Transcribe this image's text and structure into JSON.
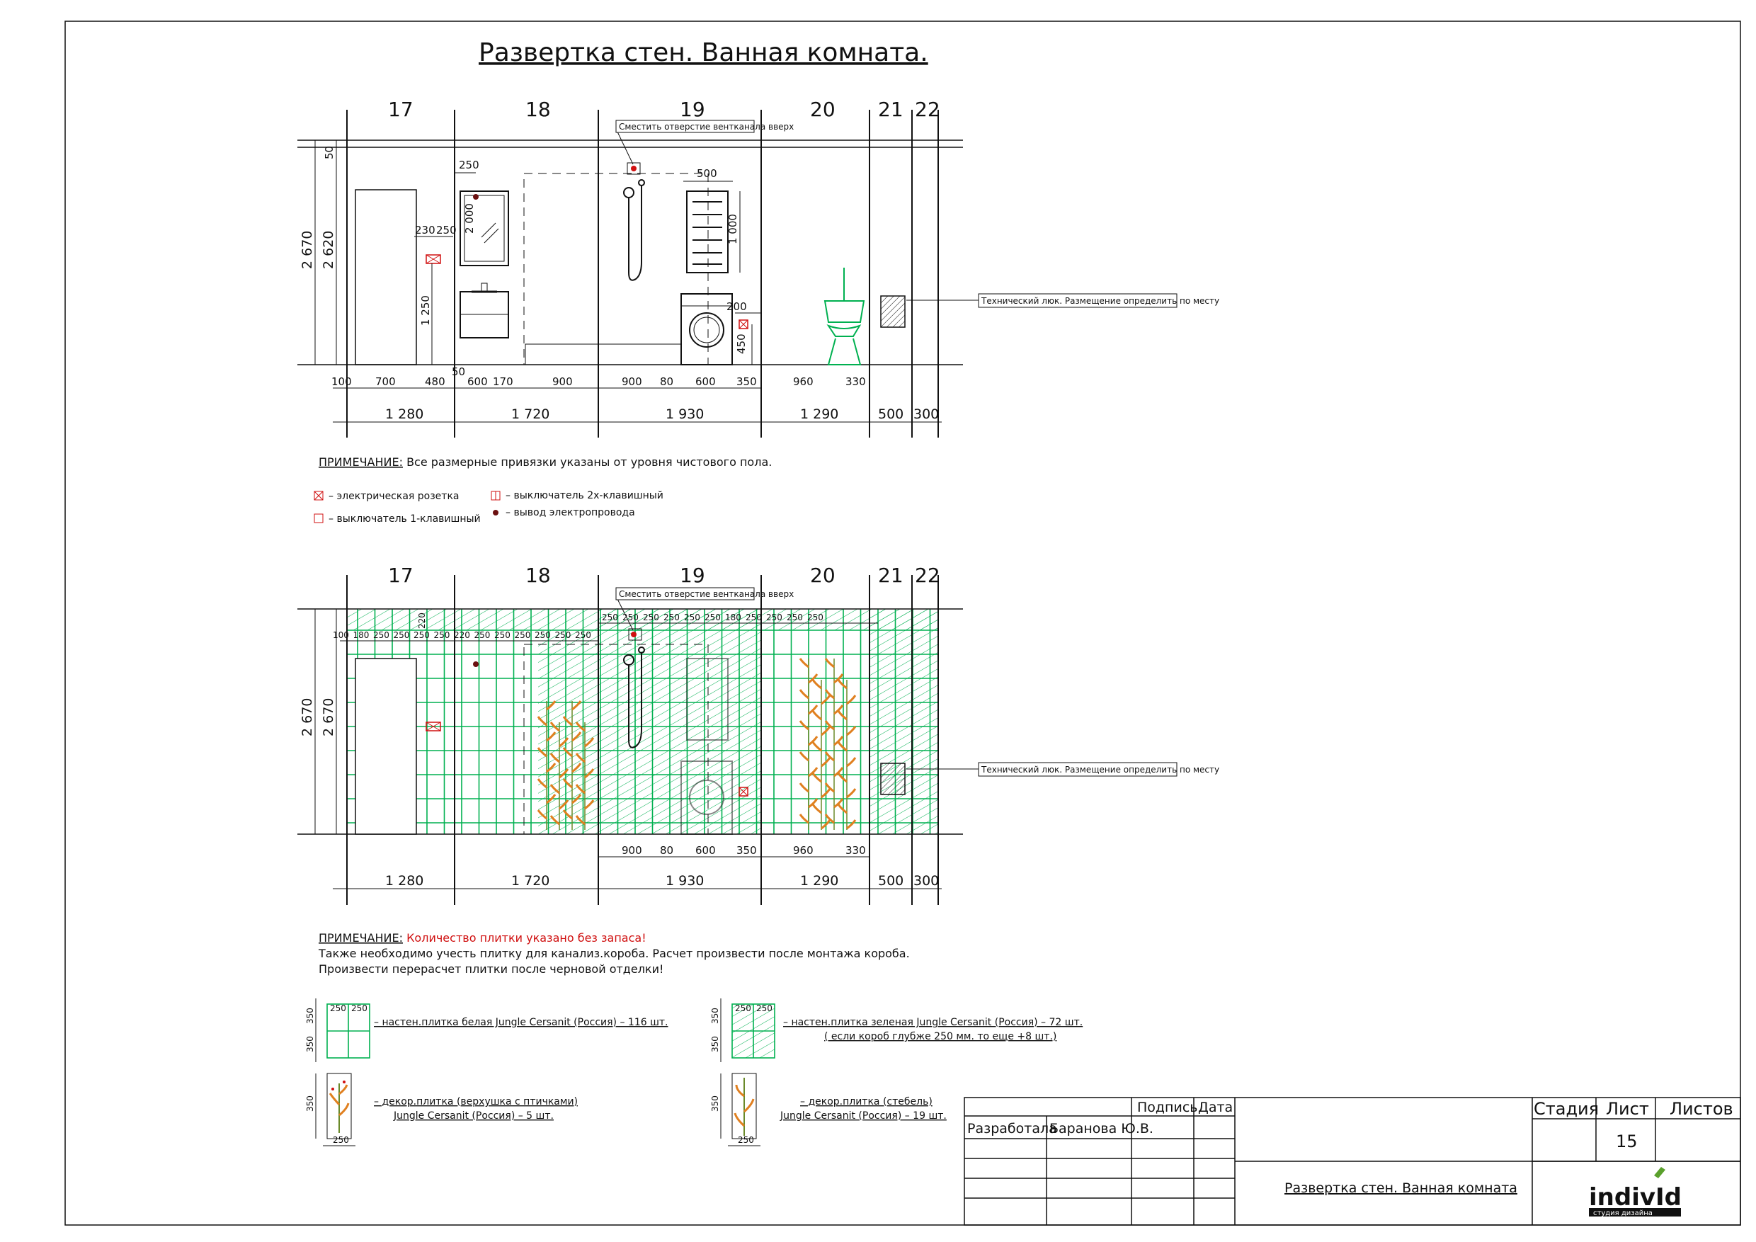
{
  "title": "Развертка стен. Ванная комната.",
  "axes": [
    "17",
    "18",
    "19",
    "20",
    "21",
    "22"
  ],
  "elev1": {
    "callout_vent": "Сместить отверстие вентканала вверх",
    "callout_hatch": "Технический люк. Размещение определить по месту",
    "height_outer": "2 670",
    "height_inner": "2 620",
    "top_gap": "50",
    "dims_left": [
      "230",
      "250",
      "1 250"
    ],
    "dims_mirror": [
      "250",
      "2 000"
    ],
    "dims_rack": [
      "500",
      "1 000"
    ],
    "dims_outlet": [
      "200",
      "450"
    ],
    "row1": [
      "100",
      "700",
      "480",
      "50",
      "600",
      "170",
      "900",
      "900",
      "80",
      "600",
      "350",
      "960",
      "330"
    ],
    "row2": [
      "1 280",
      "1 720",
      "1 930",
      "1 290",
      "500",
      "300"
    ]
  },
  "note1": {
    "label": "ПРИМЕЧАНИЕ:",
    "text": " Все размерные привязки указаны от уровня чистового пола."
  },
  "legend1": [
    {
      "text": "– электрическая розетка"
    },
    {
      "text": "– выключатель 1-клавишный"
    },
    {
      "text": "– выключатель 2х-клавишный"
    },
    {
      "text": "– вывод электропровода"
    }
  ],
  "elev2": {
    "callout_vent": "Сместить отверстие вентканала вверх",
    "callout_hatch": "Технический люк. Размещение определить по месту",
    "height_outer": "2 670",
    "height_inner": "2 670",
    "top_dims": [
      "250",
      "250",
      "250",
      "250",
      "250",
      "250",
      "180",
      "250",
      "250",
      "250",
      "250"
    ],
    "top_220": "220",
    "second_dims": [
      "100",
      "180",
      "250",
      "250",
      "250",
      "250",
      "220",
      "250",
      "250",
      "250",
      "250",
      "250",
      "250"
    ],
    "row1": [
      "900",
      "80",
      "600",
      "350",
      "960",
      "330"
    ],
    "row2": [
      "1 280",
      "1 720",
      "1 930",
      "1 290",
      "500",
      "300"
    ]
  },
  "note2": {
    "label": "ПРИМЕЧАНИЕ:",
    "red": " Количество плитки указано без запаса!",
    "line2": "Также необходимо учесть плитку для канализ.короба. Расчет произвести после монтажа короба.",
    "line3": "Произвести перерасчет плитки после черновой отделки!"
  },
  "tiles": {
    "white": "– настен.плитка белая Jungle Cersanit (Россия) – 116 шт.",
    "green1": "– настен.плитка зеленая Jungle Cersanit (Россия) – 72 шт.",
    "green2": "( если короб глубже 250 мм. то еще +8 шт.)",
    "decor_birds1": "– декор.плитка (верхушка с птичками)",
    "decor_birds2": "Jungle Cersanit (Россия) – 5 шт.",
    "decor_stem1": "– декор.плитка (стебель)",
    "decor_stem2": "Jungle Cersanit (Россия) – 19 шт.",
    "dim_250": "250",
    "dim_350": "350"
  },
  "titleblock": {
    "podpis": "Подпись",
    "data": "Дата",
    "razrabotala": "Разработала",
    "name": "Баранова Ю.В.",
    "stadiya": "Стадия",
    "list": "Лист",
    "listov": "Листов",
    "sheet_num": "15",
    "title": "Развертка стен. Ванная комната",
    "logo": "indivId",
    "logo_sub": "студия дизайна"
  },
  "colors": {
    "tile_green": "#00b050",
    "accent_red": "#d01010",
    "ink": "#111111"
  }
}
